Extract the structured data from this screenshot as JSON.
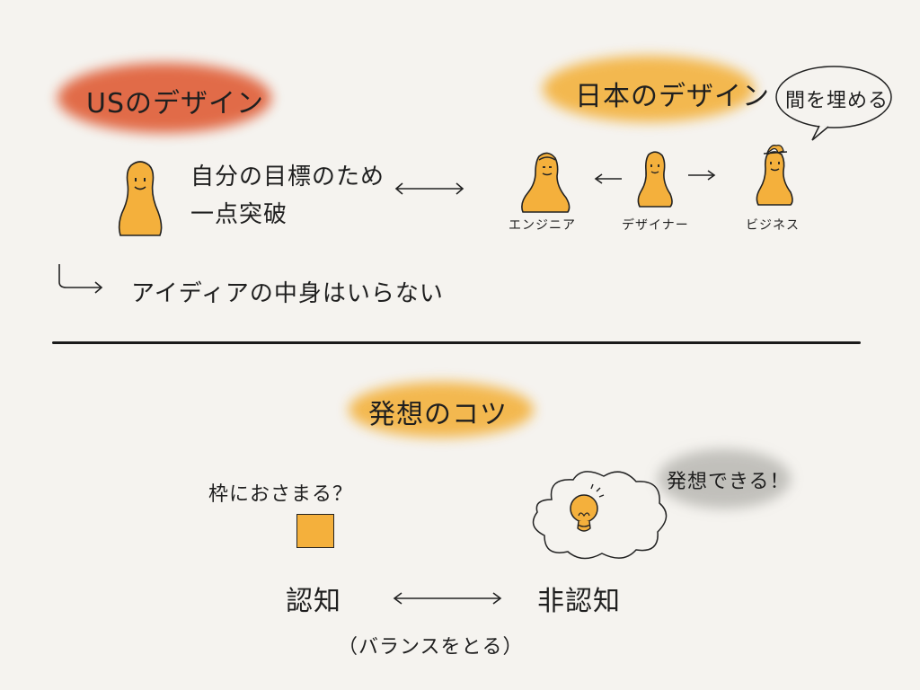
{
  "colors": {
    "background": "#f5f3ef",
    "red_highlight": "#e0603a",
    "orange_highlight": "#f3b23e",
    "figure_fill": "#f4b03c",
    "gray_highlight": "#b9b8b3",
    "ink": "#1f1f1f"
  },
  "top": {
    "us_design_title": "USのデザイン",
    "us_goal_line1": "自分の目標のため",
    "us_goal_line2": "一点突破",
    "japan_design_title": "日本のデザイン",
    "speech_bubble": "間を埋める",
    "roles": {
      "engineer": "エンジニア",
      "designer": "デザイナー",
      "business": "ビジネス"
    },
    "note": "アイディアの中身はいらない"
  },
  "bottom": {
    "section_title": "発想のコツ",
    "box_label": "枠におさまる？",
    "thought_label": "発想できる！",
    "cognition": "認知",
    "noncognition": "非認知",
    "balance_note": "（バランスをとる）"
  }
}
